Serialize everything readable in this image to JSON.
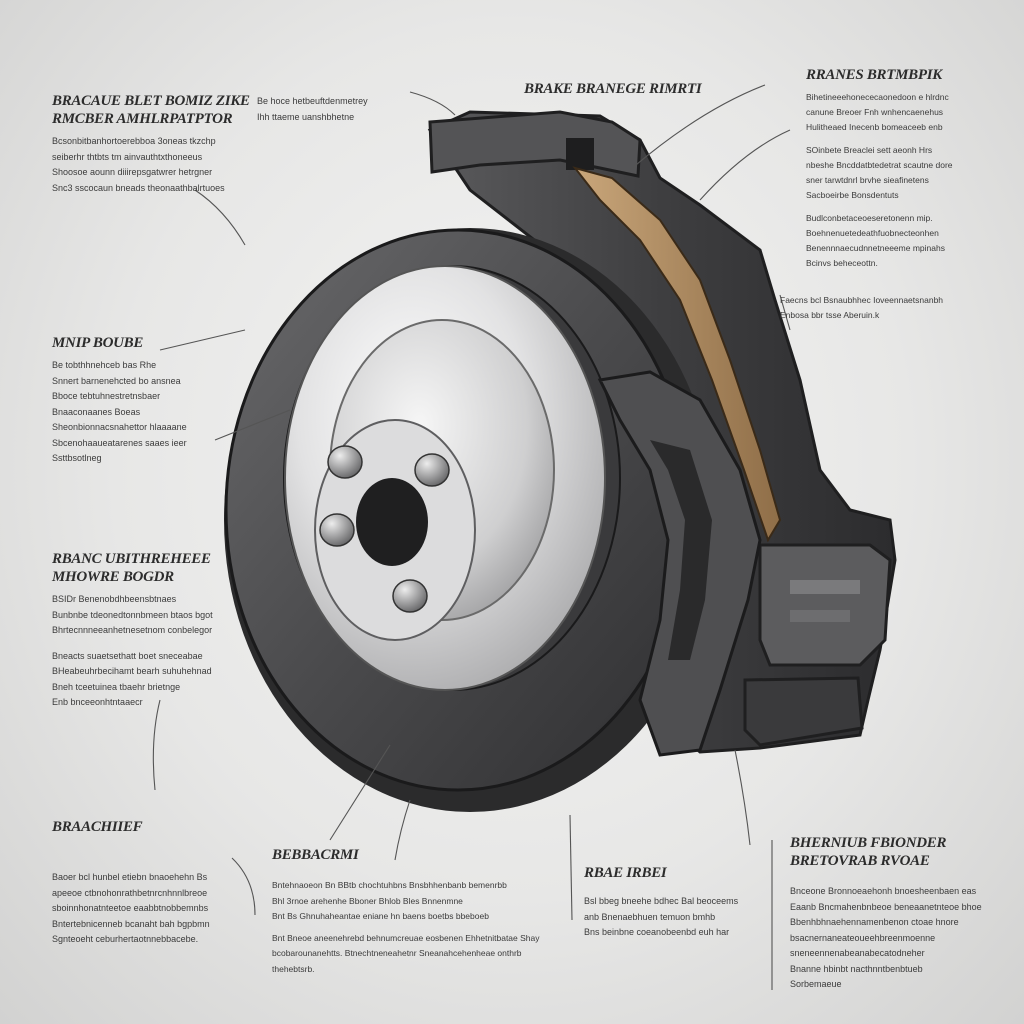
{
  "diagram": {
    "colors": {
      "background": "#e9e9e8",
      "rotor": "#3e3e3f",
      "hub": "#d9d9da",
      "caliper": "#4a4a4c",
      "pad": "#a8875f",
      "text": "#2c2c2c",
      "leader": "#555555"
    },
    "labels": [
      {
        "id": "top-left",
        "title": "BRACAUE BLET BOMIZ ZIKE\nRMCBER AMHLRPATPTOR",
        "aside": [
          "Be hoce hetbeuftdenmetrey",
          "Ihh ttaeme uanshbhetne"
        ],
        "lines": [
          "Bcsonbitbanhortoerebboa 3oneas tkzchp",
          "seiberhr thtbts tm ainvauthtxthoneeus",
          "Shoosoe aounn diiirepsgatwrer hetrgner",
          "Snc3 sscocaun bneads theonaathbalrtuoes"
        ]
      },
      {
        "id": "top-center",
        "title": "BRAKE BRANEGE RIMRTI",
        "aside": [],
        "lines": []
      },
      {
        "id": "top-right",
        "title": "RRANES BRTMBPIK",
        "aside": [],
        "lines": [
          "Bihetineeehonececaonedoon e hlrdnc",
          "canune Breoer Fnh wnhencaenehus",
          "Hulitheaed Inecenb bomeaceeb enb",
          "",
          "SOinbete Breaclei sett aeonh Hrs",
          "nbeshe Bncddatbtedetrat scautne dore",
          "sner tarwtdnrl brvhe sieafinetens",
          "Sacboeirbe Bonsdentuts",
          "",
          "Budlconbetaceoeseretonenn mip.",
          "Boehnenuetedeathfuobnecteonhen",
          "Benennnaecudnnetneeeme mpinahs",
          "Bcinvs beheceottn.",
          "",
          "Faecns bcl Bsnaubhhec Ioveennaetsnanbh",
          "Enbosa bbr tsse Aberuin.k"
        ]
      },
      {
        "id": "mid-left",
        "title": "MNIP BOUBE",
        "aside": [],
        "lines": [
          "Be tobthhnehceb bas Rhe",
          "Snnert barnenehcted bo ansnea",
          "Bboce tebtuhnestretnsbaer",
          "Bnaaconaanes Boeas",
          "Sheonbionnacsnahettor hlaaaane",
          "Sbcenohaaueatarenes saaes ieer",
          "Ssttbsotlneg"
        ]
      },
      {
        "id": "lower-left",
        "title": "RBANC UBITHREHEEE\nMHOWRE BOGDR",
        "aside": [],
        "lines": [
          "BSIDr Benenobdhbeensbtnaes",
          "Bunbnbe tdeonedtonnbmeen btaos bgot",
          "Bhrtecnnneeanhetnesetnom conbelegor",
          "",
          "Bneacts suaetsethatt boet sneceabae",
          "BHeabeuhrbecihamt bearh suhuhehnad",
          "Bneh tceetuinea tbaehr brietnge",
          "Enb bnceeonhtntaaecr"
        ]
      },
      {
        "id": "bottom-left",
        "title": "BRAACHIIEF",
        "aside": [],
        "lines": [
          "Baoer bcl hunbel etiebn bnaoehehn Bs",
          "apeeoe ctbnohonrathbetnrcnhnnlbreoe",
          "sboinnhonatnteetoe eaabbtnobbemnbs",
          "Bntertebnicenneb bcanaht bah bgpbmn",
          "Sgnteoeht ceburhertaotnnebbacebe."
        ]
      },
      {
        "id": "bottom-center",
        "title": "BEBBACRMI",
        "aside": [],
        "lines": [
          "Bntehnaoeon Bn BBtb chochtuhbns Bnsbhhenbanb bemenrbb",
          "Bhl 3rnoe arehenhe Bboner Bhlob Bles Bnnenmne",
          "Bnt Bs Ghnuhaheantae eniane hn baens boetbs bbeboeb",
          "",
          "Bnt Bneoe aneenehrebd behnumcreuae eosbenen Ehhetnitbatae Shay",
          "bcobarounanehtts. Btnechtneneahetnr Sneanahcehenheae onthrb",
          "thehebtsrb."
        ]
      },
      {
        "id": "bottom-mid",
        "title": "RBAE IRBEI",
        "aside": [],
        "lines": [
          "Bsl bbeg bneehe bdhec Bal beoceems",
          "anb Bnenaebhuen temuon bmhb",
          "Bns beinbne coeanobeenbd euh har"
        ]
      },
      {
        "id": "bottom-right",
        "title": "BHERNIUB FBIONDER\nBRETOVRAB RVOAE",
        "aside": [],
        "lines": [
          "Bnceone Bronnoeaehonh bnoesheenbaen eas",
          "Eaanb Bncmahenbnbeoe beneaanetnteoe bhoe",
          "Bbenhbhnaehennamenbenon ctoae hnore",
          "bsacnernaneateoueehbreenmoenne",
          "sneneennenabeanabecatodneher",
          "Bnanne hbinbt nacthnntbenbtueb",
          "Sorbemaeue"
        ]
      }
    ]
  }
}
